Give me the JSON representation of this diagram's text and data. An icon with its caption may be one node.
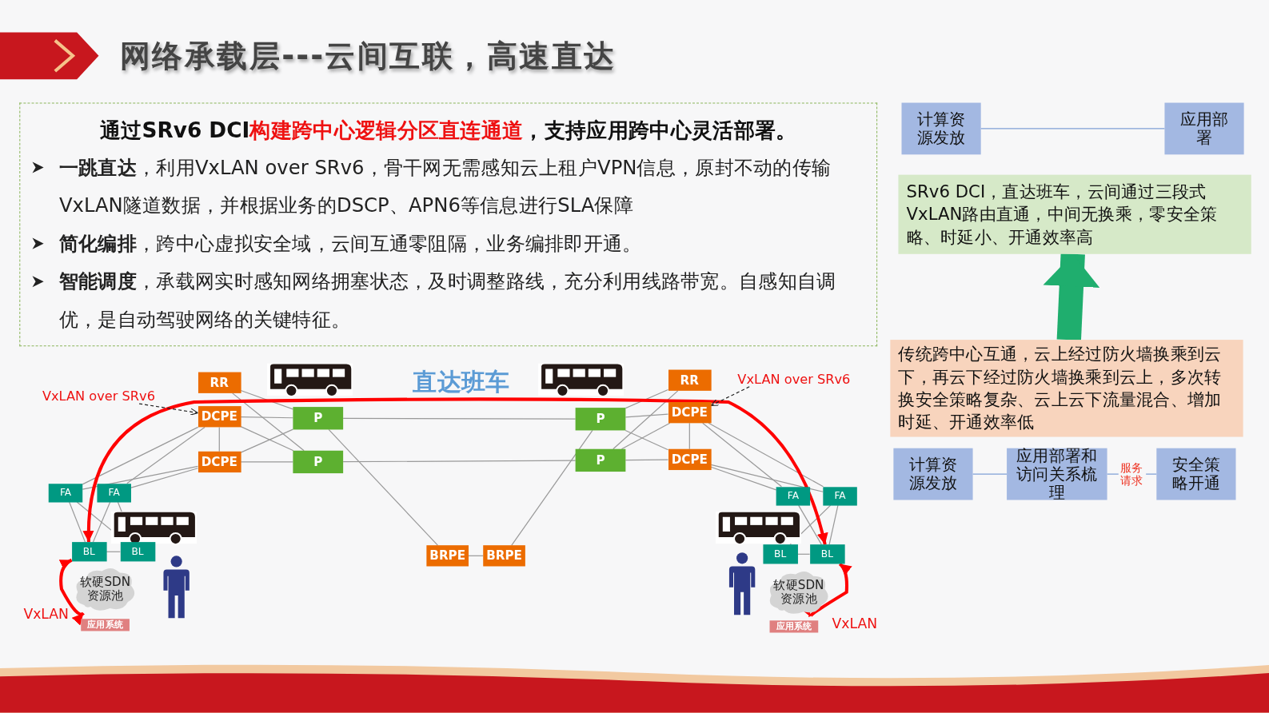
{
  "diagram": {
    "title": "网络承载层---云间互联，高速直达",
    "nodes": [
      {
        "text": [
          "通过SRv6 DCI**构建跨中心逻辑分区直连通道**，支持应用跨中心灵活部署。",
          "**一跳直达**，利用VxLAN over SRv6，骨干网无需感知云上租户VPN信息，原封不动的传输VxLAN隧道数据，并根据业务的DSCP、APN6等信息进行SLA保障",
          "**简化编排**，跨中心虚拟安全域，云间互通零阻隔，业务编排即开通。",
          "**智能调度**，承载网实时感知网络拥塞状态，及时调整路线，充分利用线路带宽。自感知自调优，是自动驾驶网络的关键特征。"
        ]
      },
      {
        "text": [
          "计算资源发放"
        ]
      },
      {
        "text": [
          "应用部署"
        ]
      },
      {
        "text": [
          "SRv6 DCI，直达班车，云间通过三段式VxLAN路由直通，中间无换乘，零安全策略、时延小、开通效率高"
        ]
      },
      {
        "text": [
          "传统跨中心互通，云上经过防火墙换乘到云下，再云下经过防火墙换乘到云上，多次转换安全策略复杂、云上云下流量混合、增加时延、开通效率低"
        ]
      },
      {
        "text": [
          "计算资源发放"
        ]
      },
      {
        "text": [
          "应用部署和访问关系梳理"
        ]
      },
      {
        "text": [
          "安全策略开通"
        ]
      },
      {
        "text": [
          "RR"
        ]
      },
      {
        "text": [
          "DCPE"
        ]
      },
      {
        "text": [
          "DCPE"
        ]
      },
      {
        "text": [
          "P"
        ]
      },
      {
        "text": [
          "P"
        ]
      },
      {
        "text": [
          "FA"
        ]
      },
      {
        "text": [
          "FA"
        ]
      },
      {
        "text": [
          "BL"
        ]
      },
      {
        "text": [
          "BL"
        ]
      },
      {
        "text": [
          "软硬SDN资源池"
        ]
      },
      {
        "text": [
          "应用系统"
        ]
      },
      {
        "text": [
          "BRPE"
        ]
      },
      {
        "text": [
          "BRPE"
        ]
      },
      {
        "text": [
          "P"
        ]
      },
      {
        "text": [
          "P"
        ]
      },
      {
        "text": [
          "RR"
        ]
      },
      {
        "text": [
          "DCPE"
        ]
      },
      {
        "text": [
          "DCPE"
        ]
      },
      {
        "text": [
          "FA"
        ]
      },
      {
        "text": [
          "FA"
        ]
      },
      {
        "text": [
          "BL"
        ]
      },
      {
        "text": [
          "BL"
        ]
      },
      {
        "text": [
          "软硬SDN资源池"
        ]
      },
      {
        "text": [
          "应用系统"
        ]
      },
      {
        "text": [
          "VxLAN over SRv6"
        ]
      },
      {
        "text": [
          "VxLAN over SRv6"
        ]
      }
    ],
    "edges": [
      {
        "from": 1,
        "to": 2,
        "arrow": "none",
        "color": "#7f9fd6"
      },
      {
        "from": 4,
        "to": 3,
        "arrow": "to",
        "style": "thick",
        "color": "#1fae6e"
      },
      {
        "from": 5,
        "to": 6,
        "arrow": "none",
        "color": "#7f9fd6"
      },
      {
        "from": 6,
        "to": 7,
        "arrow": "none",
        "color": "#7f9fd6",
        "label": "服务请求"
      },
      {
        "from": 8,
        "to": 11,
        "arrow": "none"
      },
      {
        "from": 8,
        "to": 12,
        "arrow": "none"
      },
      {
        "from": 9,
        "to": 11,
        "arrow": "none"
      },
      {
        "from": 9,
        "to": 12,
        "arrow": "none"
      },
      {
        "from": 10,
        "to": 11,
        "arrow": "none"
      },
      {
        "from": 10,
        "to": 12,
        "arrow": "none"
      },
      {
        "from": 9,
        "to": 10,
        "arrow": "none"
      },
      {
        "from": 9,
        "to": 13,
        "arrow": "none"
      },
      {
        "from": 9,
        "to": 14,
        "arrow": "none"
      },
      {
        "from": 10,
        "to": 13,
        "arrow": "none"
      },
      {
        "from": 10,
        "to": 14,
        "arrow": "none"
      },
      {
        "from": 13,
        "to": 15,
        "arrow": "none"
      },
      {
        "from": 13,
        "to": 16,
        "arrow": "none"
      },
      {
        "from": 14,
        "to": 15,
        "arrow": "none"
      },
      {
        "from": 14,
        "to": 16,
        "arrow": "none"
      },
      {
        "from": 15,
        "to": 16,
        "arrow": "none"
      },
      {
        "from": 11,
        "to": 21,
        "arrow": "none"
      },
      {
        "from": 12,
        "to": 22,
        "arrow": "none"
      },
      {
        "from": 11,
        "to": 19,
        "arrow": "none"
      },
      {
        "from": 21,
        "to": 20,
        "arrow": "none"
      },
      {
        "from": 19,
        "to": 20,
        "arrow": "none"
      },
      {
        "from": 21,
        "to": 23,
        "arrow": "none"
      },
      {
        "from": 21,
        "to": 24,
        "arrow": "none"
      },
      {
        "from": 21,
        "to": 25,
        "arrow": "none"
      },
      {
        "from": 22,
        "to": 23,
        "arrow": "none"
      },
      {
        "from": 22,
        "to": 24,
        "arrow": "none"
      },
      {
        "from": 22,
        "to": 25,
        "arrow": "none"
      },
      {
        "from": 24,
        "to": 25,
        "arrow": "none"
      },
      {
        "from": 24,
        "to": 26,
        "arrow": "none"
      },
      {
        "from": 24,
        "to": 27,
        "arrow": "none"
      },
      {
        "from": 25,
        "to": 26,
        "arrow": "none"
      },
      {
        "from": 25,
        "to": 27,
        "arrow": "none"
      },
      {
        "from": 26,
        "to": 29,
        "arrow": "none"
      },
      {
        "from": 27,
        "to": 28,
        "arrow": "none"
      },
      {
        "from": 27,
        "to": 29,
        "arrow": "none"
      },
      {
        "from": 28,
        "to": 29,
        "arrow": "none"
      },
      {
        "from": 15,
        "to": 29,
        "arrow": "both",
        "style": "thick",
        "color": "#ff0000"
      },
      {
        "from": 15,
        "to": 17,
        "arrow": "both",
        "style": "thick",
        "color": "#ff0000"
      },
      {
        "from": 29,
        "to": 30,
        "arrow": "both",
        "style": "thick",
        "color": "#ff0000"
      },
      {
        "from": 32,
        "to": 9,
        "arrow": "to",
        "style": "dashed",
        "color": "#222222"
      },
      {
        "from": 33,
        "to": 24,
        "arrow": "to",
        "style": "dashed",
        "color": "#222222"
      }
    ],
    "labels": [
      "直达班车",
      "VxLAN",
      "VxLAN"
    ]
  }
}
